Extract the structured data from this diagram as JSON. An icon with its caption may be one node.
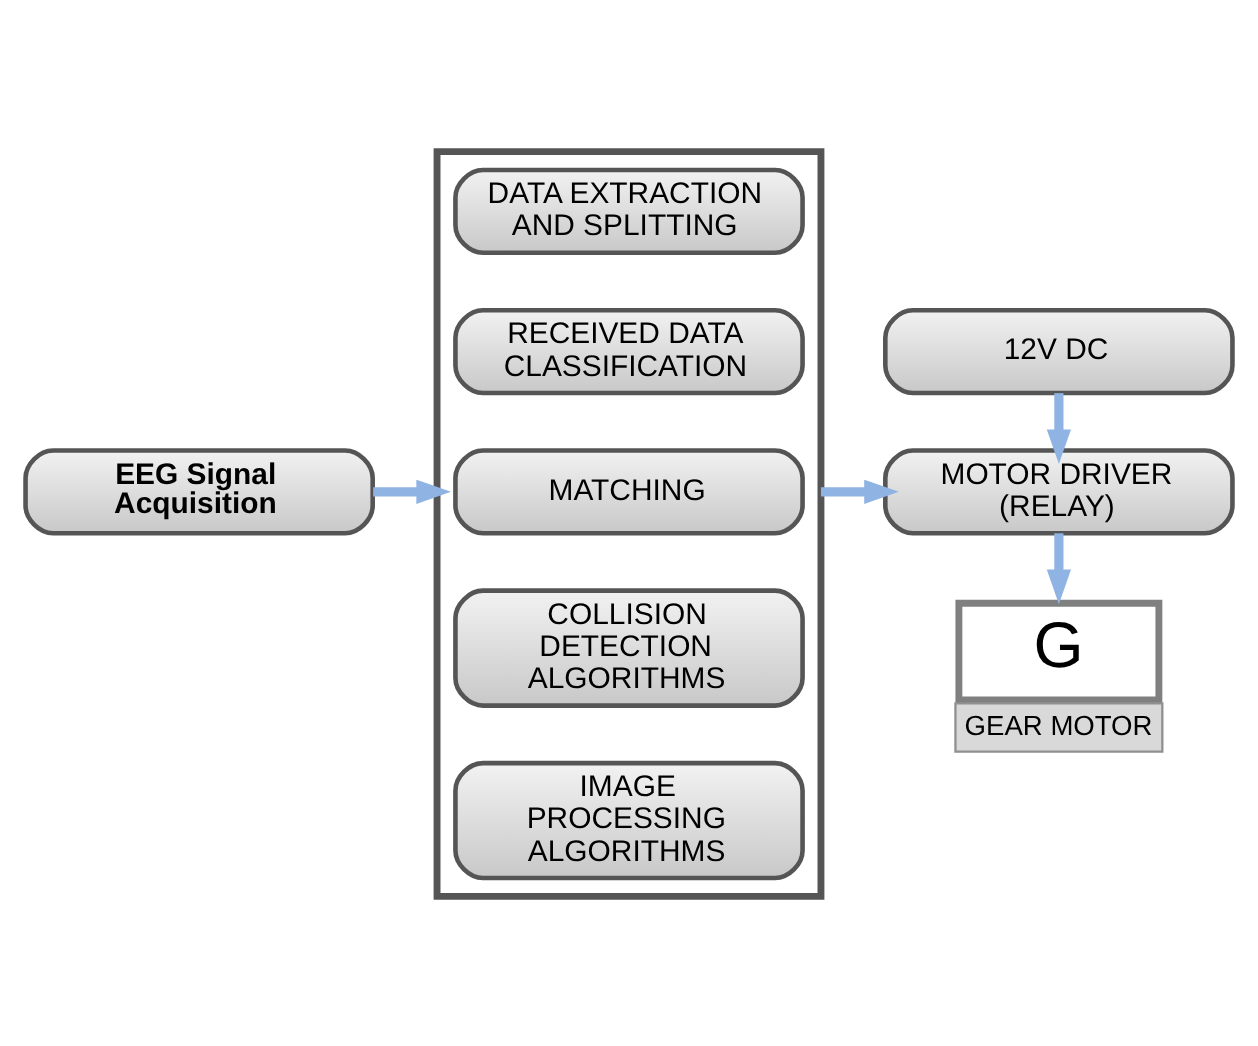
{
  "diagram": {
    "nodes": [
      {
        "text": [
          "EEG Signal Acquisition"
        ]
      },
      {
        "text": [],
        "shape": "box"
      },
      {
        "text": [
          "DATA EXTRACTION AND SPLITTING"
        ],
        "in": 1
      },
      {
        "text": [
          "RECEIVED DATA CLASSIFICATION"
        ],
        "in": 1
      },
      {
        "text": [
          "MATCHING"
        ],
        "in": 1
      },
      {
        "text": [
          "COLLISION DETECTION ALGORITHMS"
        ],
        "in": 1
      },
      {
        "text": [
          "IMAGE PROCESSING ALGORITHMS"
        ],
        "in": 1
      },
      {
        "text": [
          "12V DC"
        ]
      },
      {
        "text": [
          "MOTOR DRIVER (RELAY)"
        ]
      },
      {
        "text": [
          "G"
        ],
        "beside": [
          "GEAR MOTOR"
        ]
      }
    ],
    "edges": [
      {
        "from": 0,
        "to": 1,
        "arrow": "to"
      },
      {
        "from": 1,
        "to": 8,
        "arrow": "to"
      },
      {
        "from": 7,
        "to": 8,
        "arrow": "to"
      },
      {
        "from": 8,
        "to": 9,
        "arrow": "to"
      }
    ]
  }
}
